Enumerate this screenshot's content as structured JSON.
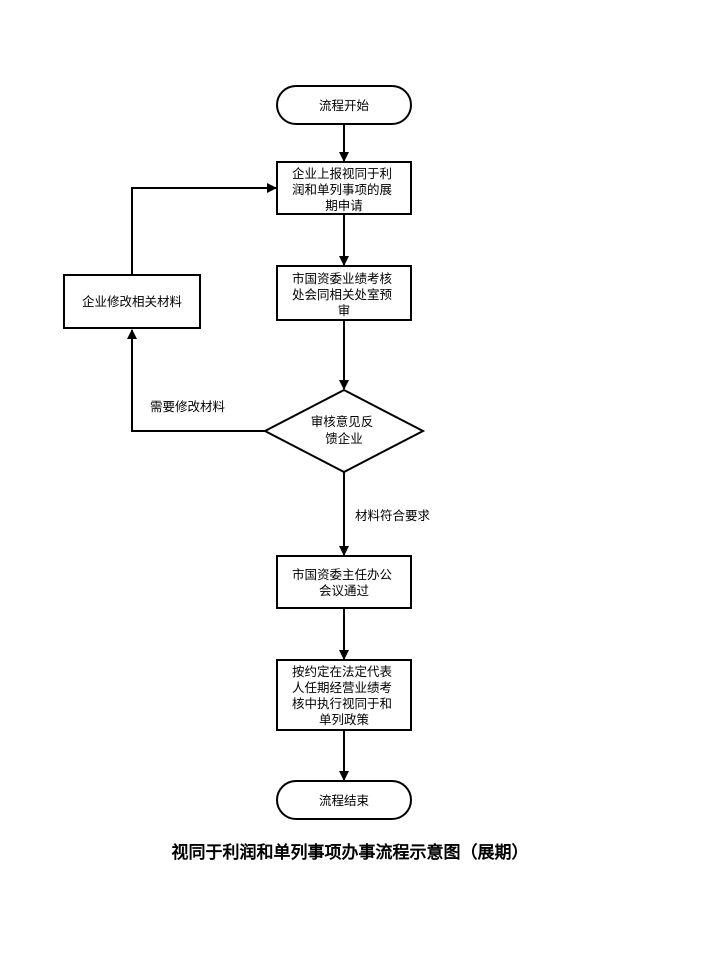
{
  "nodes": {
    "start": "流程开始",
    "apply": [
      "企业上报视同于利",
      "润和单列事项的展",
      "期申请"
    ],
    "review": [
      "市国资委业绩考核",
      "处会同相关处室预",
      "审"
    ],
    "decision": [
      "审核意见反",
      "馈企业"
    ],
    "modify": "企业修改相关材料",
    "approve": [
      "市国资委主任办公",
      "会议通过"
    ],
    "execute": [
      "按约定在法定代表",
      "人任期经营业绩考",
      "核中执行视同于和",
      "单列政策"
    ],
    "end": "流程结束"
  },
  "edges": {
    "need_modify": "需要修改材料",
    "meets_requirements": "材料符合要求"
  },
  "caption": "视同于利润和单列事项办事流程示意图（展期）",
  "colors": {
    "stroke": "#000000",
    "background": "#ffffff"
  }
}
